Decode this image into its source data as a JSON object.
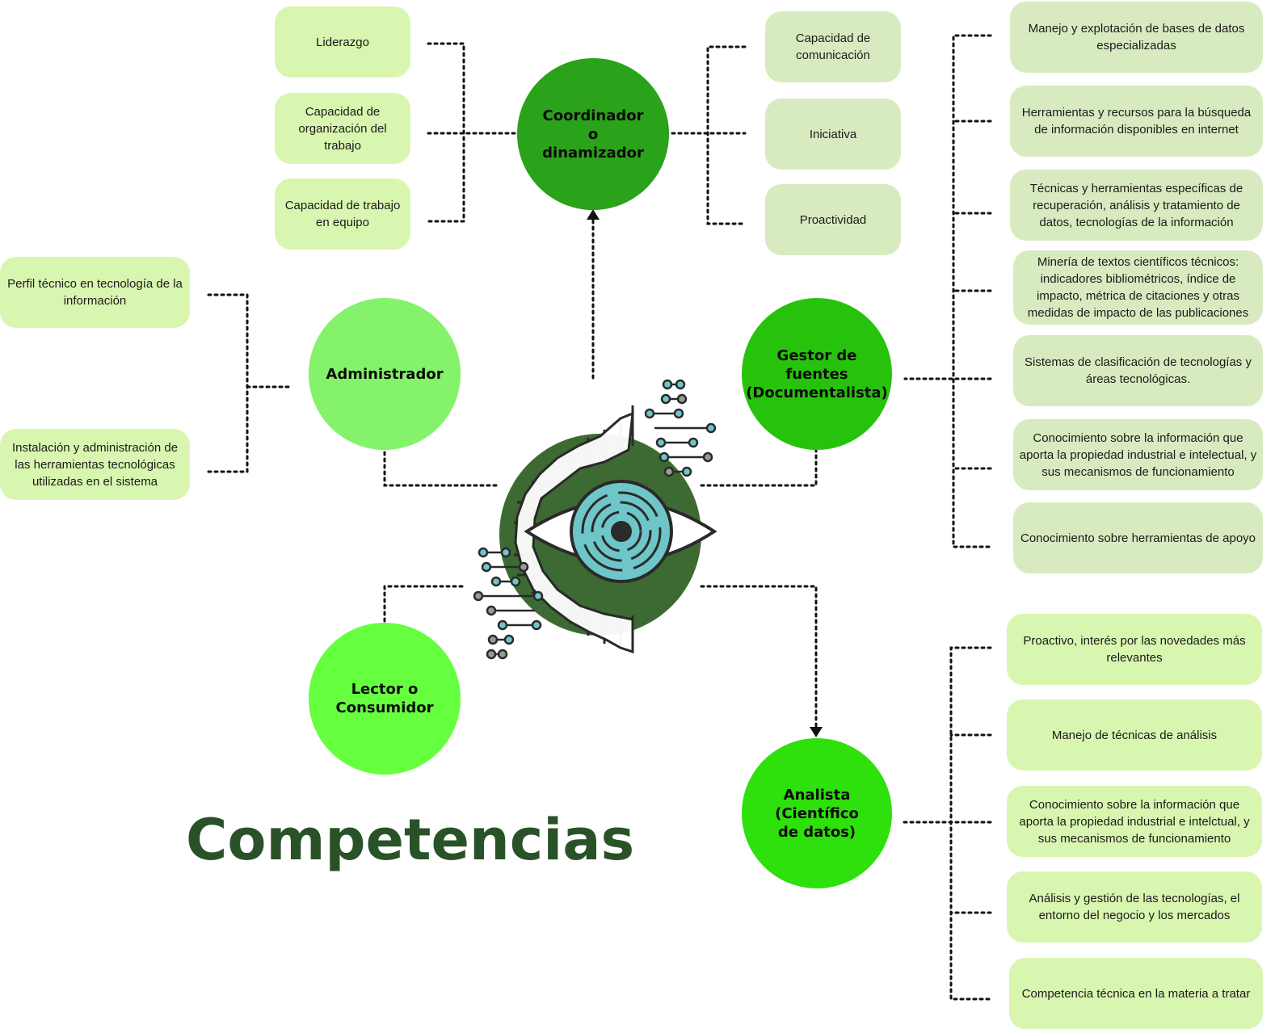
{
  "title": "Competencias",
  "colors": {
    "connector": "#111111",
    "title": "#2a5229",
    "coordinator": "#2aa21a",
    "administrator": "#84f26a",
    "reader": "#66ff3f",
    "source_manager": "#27c30c",
    "analyst": "#2ee00c",
    "box_lime": "#d9f6b0",
    "box_pale": "#d8ebc0",
    "eye_background": "#3d6a33",
    "iris": "#6ec6c8"
  },
  "roles": {
    "coordinator": {
      "name": "Coordinador o dinamizador",
      "skills_left": [
        "Liderazgo",
        "Capacidad de organización del trabajo",
        "Capacidad de trabajo en equipo"
      ],
      "skills_right": [
        "Capacidad de comunicación",
        "Iniciativa",
        "Proactividad"
      ]
    },
    "administrator": {
      "name": "Administrador",
      "skills": [
        "Perfil técnico en tecnología de la información",
        "Instalación y administración de las herramientas tecnológicas utilizadas en el sistema"
      ]
    },
    "reader": {
      "name": "Lector o Consumidor"
    },
    "source_manager": {
      "name": "Gestor de fuentes (Documentalista)",
      "skills": [
        "Manejo y explotación de bases de datos especializadas",
        "Herramientas y recursos para la búsqueda de información disponibles en internet",
        "Técnicas y herramientas específicas de recuperación, análisis y tratamiento de datos, tecnologías de la información",
        "Minería de textos científicos técnicos: indicadores bibliométricos, índice de impacto, métrica de citaciones y otras medidas de impacto de las publicaciones",
        "Sistemas de clasificación de tecnologías y áreas tecnológicas.",
        "Conocimiento sobre la información que aporta la propiedad industrial e intelectual, y sus mecanismos de funcionamiento",
        "Conocimiento sobre herramientas de apoyo"
      ]
    },
    "analyst": {
      "name": "Analista (Científico de datos)",
      "skills": [
        "Proactivo, interés por las novedades más relevantes",
        "Manejo de técnicas de análisis",
        "Conocimiento sobre la información que aporta la propiedad industrial e intelctual, y sus mecanismos de funcionamiento",
        "Análisis y gestión de las tecnologías, el entorno del negocio y los mercados",
        "Competencia técnica en la materia a tratar"
      ]
    }
  }
}
